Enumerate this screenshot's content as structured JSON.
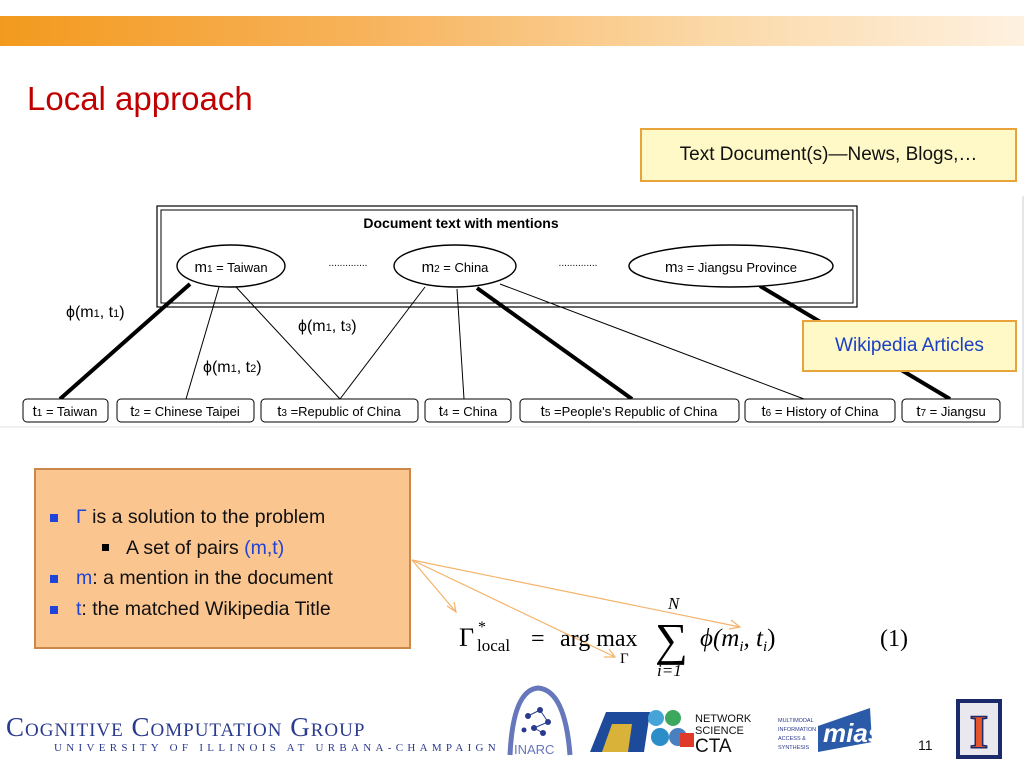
{
  "slide": {
    "title": "Local approach",
    "page_number": "11"
  },
  "callouts": {
    "document": "Text Document(s)—News, Blogs,…",
    "wikipedia": "Wikipedia Articles"
  },
  "figure": {
    "header": "Document text  with mentions",
    "dots": "..............",
    "mentions": [
      {
        "sym": "m",
        "sub": "1",
        "rest": " = Taiwan"
      },
      {
        "sym": "m",
        "sub": "2",
        "rest": " = China"
      },
      {
        "sym": "m",
        "sub": "3",
        "rest": " = Jiangsu Province"
      }
    ],
    "titles": [
      {
        "sym": "t",
        "sub": "1",
        "rest": " = Taiwan"
      },
      {
        "sym": "t",
        "sub": "2",
        "rest": " = Chinese Taipei"
      },
      {
        "sym": "t",
        "sub": "3",
        "rest": " =Republic of China"
      },
      {
        "sym": "t",
        "sub": "4",
        "rest": " = China"
      },
      {
        "sym": "t",
        "sub": "5",
        "rest": " =People's Republic of China"
      },
      {
        "sym": "t",
        "sub": "6",
        "rest": " = History of China"
      },
      {
        "sym": "t",
        "sub": "7",
        "rest": " = Jiangsu"
      }
    ],
    "edge_labels": [
      {
        "pre": "ϕ(m",
        "s1": "1",
        "mid": ", t",
        "s2": "1",
        "post": ")"
      },
      {
        "pre": "ϕ(m",
        "s1": "1",
        "mid": ", t",
        "s2": "3",
        "post": ")"
      },
      {
        "pre": "ϕ(m",
        "s1": "1",
        "mid": ", t",
        "s2": "2",
        "post": ")"
      }
    ]
  },
  "bullets": {
    "b1_sym": "Γ",
    "b1_text": " is a solution to the problem",
    "b1a_text": "A set of pairs ",
    "b1a_sym": "(m,t)",
    "b2_sym": "m",
    "b2_text": ": a mention in the document",
    "b3_sym": "t",
    "b3_text": ": the matched Wikipedia Title"
  },
  "equation": {
    "gamma": "Γ",
    "star": "*",
    "local": "local",
    "equals": "=",
    "argmax": "arg max",
    "argmax_sub": "Γ",
    "sum_top": "N",
    "sum": "∑",
    "sum_bottom": "i=1",
    "phi": "ϕ(m",
    "phi_i": "i",
    "comma_t": ", t",
    "t_i": "i",
    "close": ")",
    "number": "(1)"
  },
  "footer": {
    "ccg_main": "Cognitive Computation Group",
    "ccg_sub": "UNIVERSITY OF ILLINOIS AT URBANA-CHAMPAIGN",
    "inarc": "INARC",
    "network": "NETWORK",
    "science": "SCIENCE",
    "cta": "CTA",
    "mias_side": "MULTIMODAL INFORMATION ACCESS & SYNTHESIS",
    "mias": "mias",
    "illinois": "I"
  },
  "colors": {
    "title": "#c00000",
    "accent_blue": "#1f44d8",
    "orange_bar": "#f39a1e",
    "callout_border": "#e8a43a",
    "callout_fill": "#fff9c8",
    "bullet_box": "#fbc58f"
  }
}
